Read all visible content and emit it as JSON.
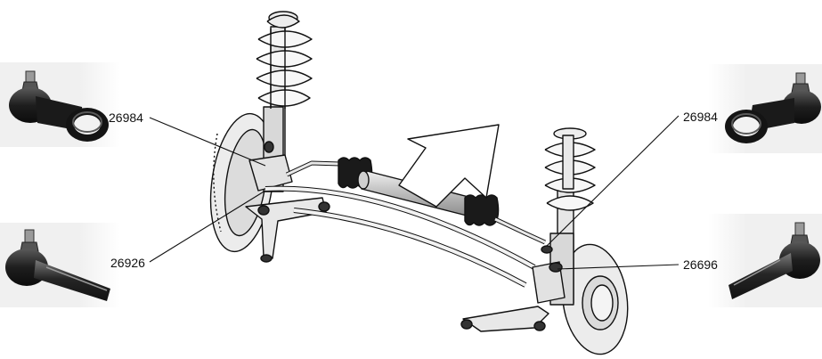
{
  "callouts": {
    "outer_tie_rod_left": "26984",
    "inner_tie_rod_left": "26926",
    "outer_tie_rod_right": "26984",
    "ball_joint_right": "26696"
  },
  "colors": {
    "ink": "#111111",
    "part_dark": "#1c1c1c",
    "part_mid": "#4a4a4a",
    "steel": "#e8e8e8",
    "shade": "#b8b8b8",
    "rack_tube": "#c6c6c6"
  },
  "icons": [
    "tie-rod-end-ring-icon",
    "tie-rod-end-straight-icon",
    "direction-arrow-icon"
  ]
}
